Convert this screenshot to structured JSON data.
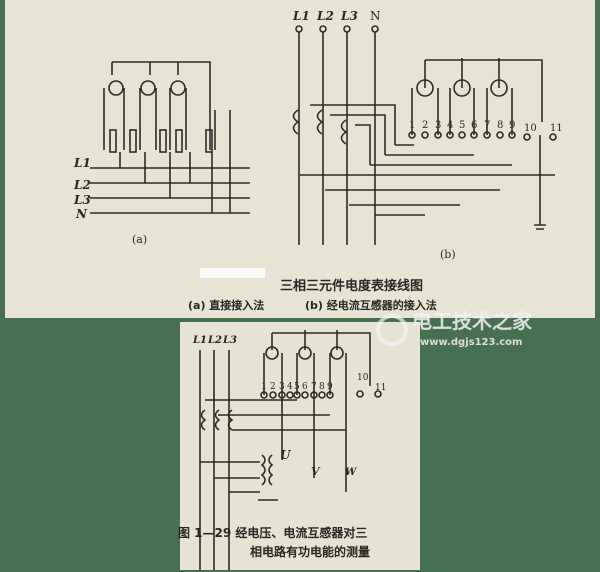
{
  "panel_a": {
    "lines": [
      "L1",
      "L2",
      "L3",
      "N"
    ],
    "label": "(a)"
  },
  "panel_b": {
    "lines": [
      "L1",
      "L2",
      "L3",
      "N"
    ],
    "terminals": [
      "1",
      "2",
      "3",
      "4",
      "5",
      "6",
      "7",
      "8",
      "9",
      "10",
      "11"
    ],
    "label": "(b)"
  },
  "top_caption": {
    "title": "三相三元件电度表接线图",
    "subtitle_a": "(a) 直接接入法",
    "subtitle_b": "(b) 经电流互感器的接入法"
  },
  "watermark": {
    "name": "电工技术之家",
    "url": "www.dgjs123.com"
  },
  "bottom_figure": {
    "lines": [
      "L1",
      "L2",
      "L3"
    ],
    "terminals": [
      "1",
      "2",
      "3",
      "4",
      "5",
      "6",
      "7",
      "8",
      "9",
      "10",
      "11"
    ],
    "phases": [
      "U",
      "V",
      "W"
    ],
    "caption_line1": "图 1—29  经电压、电流互感器对三",
    "caption_line2": "相电路有功电能的测量"
  },
  "colors": {
    "background": "#46704f",
    "paper": "#e7e4d3",
    "ink": "#2e2b25"
  }
}
